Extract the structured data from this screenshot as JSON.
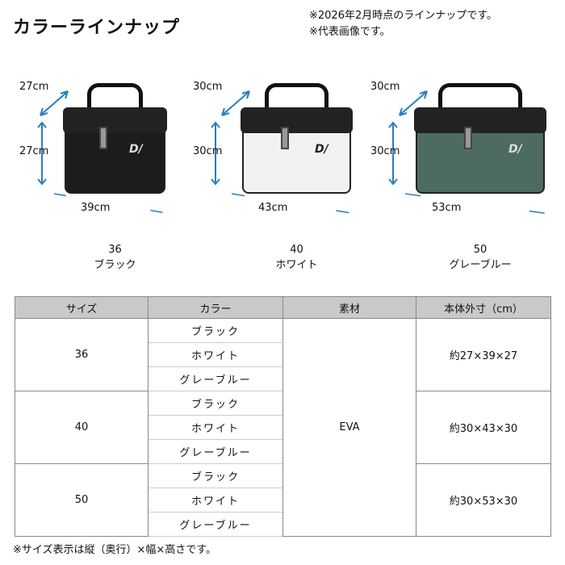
{
  "title": "カラーラインナップ",
  "notes": [
    "※2026年2月時点のラインナップです。",
    "※代表画像です。"
  ],
  "products": [
    {
      "size": "36",
      "color": "ブラック",
      "depth": "27cm",
      "height": "27cm",
      "width": "39cm",
      "body": "#1c1c1c",
      "logo": "D/"
    },
    {
      "size": "40",
      "color": "ホワイト",
      "depth": "30cm",
      "height": "30cm",
      "width": "43cm",
      "body": "#f2f2f2",
      "logo": "D/"
    },
    {
      "size": "50",
      "color": "グレーブルー",
      "depth": "30cm",
      "height": "30cm",
      "width": "53cm",
      "body": "#4e6b63",
      "logo": "D/"
    }
  ],
  "accent": "#2a7dc0",
  "table": {
    "headers": [
      "サイズ",
      "カラー",
      "素材",
      "本体外寸（cm）"
    ],
    "material": "EVA",
    "groups": [
      {
        "size": "36",
        "colors": [
          "ブラック",
          "ホワイト",
          "グレーブルー"
        ],
        "dims": "約27×39×27"
      },
      {
        "size": "40",
        "colors": [
          "ブラック",
          "ホワイト",
          "グレーブルー"
        ],
        "dims": "約30×43×30"
      },
      {
        "size": "50",
        "colors": [
          "ブラック",
          "ホワイト",
          "グレーブルー"
        ],
        "dims": "約30×53×30"
      }
    ]
  },
  "footnote": "※サイズ表示は縦（奥行）×幅×高さです。"
}
